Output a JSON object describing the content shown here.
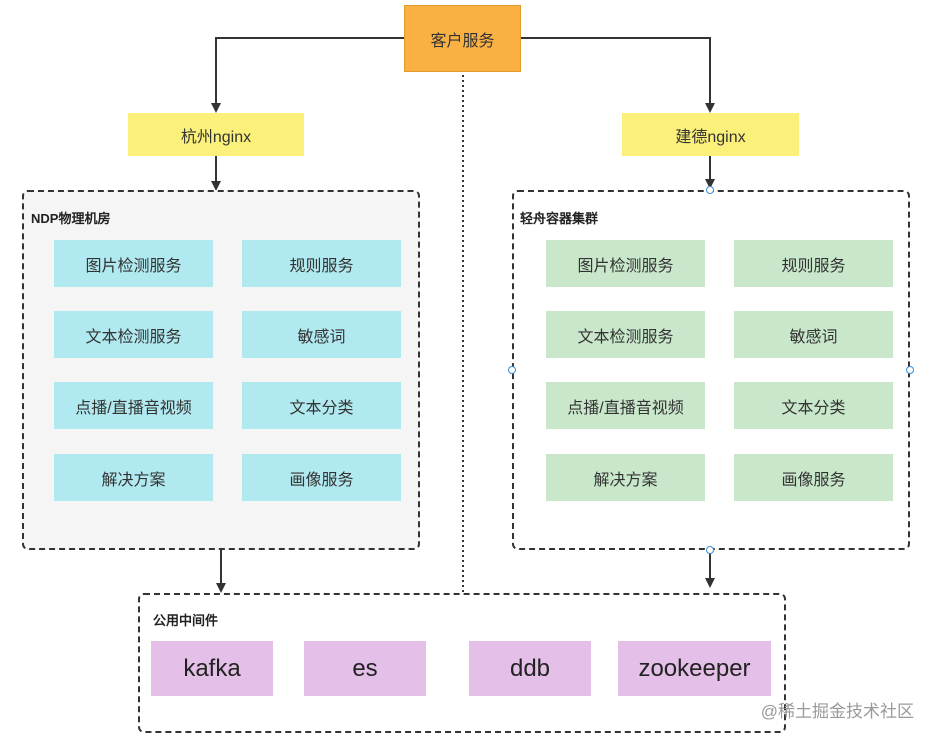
{
  "client": {
    "label": "客户服务"
  },
  "nginx": {
    "left": "杭州nginx",
    "right": "建德nginx"
  },
  "groups": {
    "left": {
      "title": "NDP物理机房",
      "services": [
        "图片检测服务",
        "规则服务",
        "文本检测服务",
        "敏感词",
        "点播/直播音视频",
        "文本分类",
        "解决方案",
        "画像服务"
      ]
    },
    "right": {
      "title": "轻舟容器集群",
      "services": [
        "图片检测服务",
        "规则服务",
        "文本检测服务",
        "敏感词",
        "点播/直播音视频",
        "文本分类",
        "解决方案",
        "画像服务"
      ]
    },
    "middleware": {
      "title": "公用中间件",
      "items": [
        "kafka",
        "es",
        "ddb",
        "zookeeper"
      ]
    }
  },
  "watermark": "@稀土掘金技术社区",
  "colors": {
    "client": "#f9b144",
    "nginx": "#fbf07a",
    "left_service": "#b0e9ef",
    "right_service": "#c9e8cb",
    "middleware_item": "#e4c0e8",
    "left_group_bg": "#f5f5f5"
  }
}
